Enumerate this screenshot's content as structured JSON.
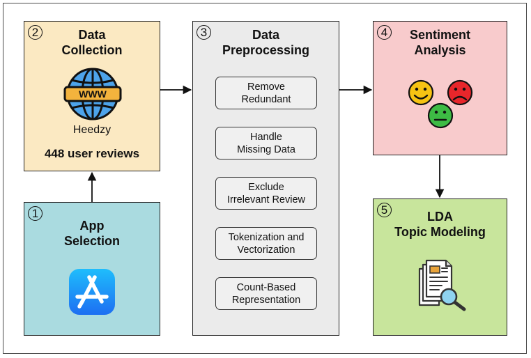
{
  "app_selection": {
    "number": "1",
    "title_line1": "App",
    "title_line2": "Selection",
    "icon": "app-store-icon",
    "color": "#aadbe0"
  },
  "data_collection": {
    "number": "2",
    "title_line1": "Data",
    "title_line2": "Collection",
    "icon": "www-globe-icon",
    "source": "Heedzy",
    "count": "448 user reviews",
    "color": "#fbe9c2"
  },
  "preprocessing": {
    "number": "3",
    "title_line1": "Data",
    "title_line2": "Preprocessing",
    "color": "#ebebeb",
    "steps": [
      {
        "line1": "Remove",
        "line2": "Redundant"
      },
      {
        "line1": "Handle",
        "line2": "Missing Data"
      },
      {
        "line1": "Exclude",
        "line2": "Irrelevant Review"
      },
      {
        "line1": "Tokenization and",
        "line2": "Vectorization"
      },
      {
        "line1": "Count-Based",
        "line2": "Representation"
      }
    ]
  },
  "sentiment": {
    "number": "4",
    "title_line1": "Sentiment",
    "title_line2": "Analysis",
    "icon": "emoji-faces-icon",
    "color": "#f8cbcc"
  },
  "lda": {
    "number": "5",
    "title_line1": "LDA",
    "title_line2": "Topic Modeling",
    "icon": "document-search-icon",
    "color": "#c8e59c"
  }
}
